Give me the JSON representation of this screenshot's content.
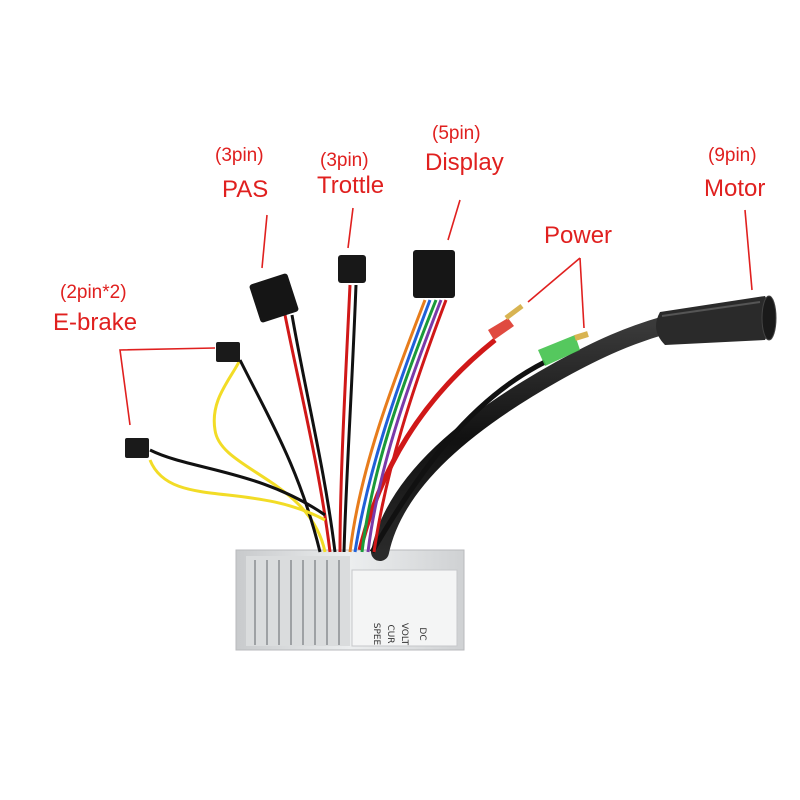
{
  "connectors": {
    "ebrake": {
      "pins": "(2pin*2)",
      "name": "E-brake"
    },
    "pas": {
      "pins": "(3pin)",
      "name": "PAS"
    },
    "throttle": {
      "pins": "(3pin)",
      "name": "Trottle"
    },
    "display": {
      "pins": "(5pin)",
      "name": "Display"
    },
    "motor": {
      "pins": "(9pin)",
      "name": "Motor"
    },
    "power": {
      "name": "Power"
    }
  },
  "controller": {
    "label_lines": [
      "DC",
      "VOLT",
      "CUR",
      "SPEE"
    ]
  },
  "colors": {
    "label": "#e0201f",
    "leader_line": "#e0201f",
    "wire_red": "#d01818",
    "wire_yellow": "#f2dc26",
    "wire_black": "#111111",
    "wire_green": "#1a9a3a",
    "wire_blue": "#2060d8",
    "wire_purple": "#7a3aa8",
    "wire_orange": "#e77c1c",
    "wire_white": "#e8e8e8",
    "housing": "#d9dbdc"
  }
}
